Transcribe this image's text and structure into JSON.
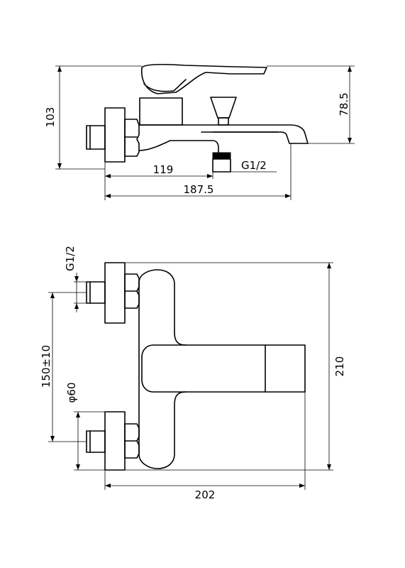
{
  "side_view": {
    "height_overall": "103",
    "height_spout": "78.5",
    "length_inlet": "119",
    "length_overall": "187.5",
    "thread_outlet": "G1/2"
  },
  "top_view": {
    "thread_inlet": "G1/2",
    "center_distance": "150±10",
    "diameter": "φ60",
    "width_overall": "210",
    "length_overall": "202"
  }
}
